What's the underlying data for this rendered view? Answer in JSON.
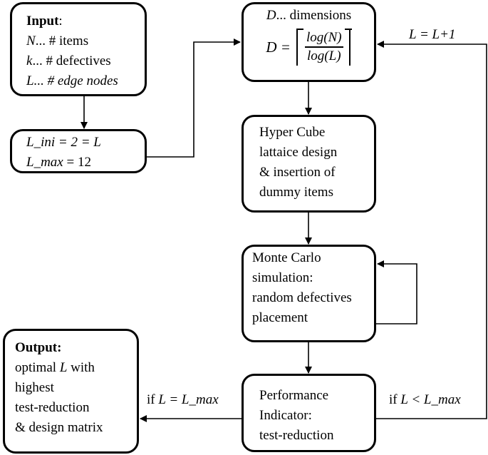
{
  "input_box": {
    "title": "Input",
    "colon": ":",
    "lines": [
      {
        "var": "N",
        "text": "... # items"
      },
      {
        "var": "k",
        "text": "... # defectives"
      },
      {
        "var": "L",
        "text": "... # edge nodes"
      }
    ]
  },
  "init_box": {
    "line1": "L_ini = 2 = L",
    "line2_var": "L_max",
    "line2_rest": " = 12"
  },
  "dim_box": {
    "header_var": "D",
    "header_text": "... dimensions",
    "lhs": "D =",
    "numerator": "log(N)",
    "denominator": "log(L)"
  },
  "hyper_box": {
    "lines": [
      "Hyper Cube",
      "lattaice design",
      "& insertion of",
      "dummy items"
    ]
  },
  "mc_box": {
    "lines": [
      "Monte Carlo",
      "simulation:",
      "random defectives",
      "placement"
    ]
  },
  "pi_box": {
    "lines": [
      "Performance",
      "Indicator:",
      "test-reduction"
    ]
  },
  "output_box": {
    "title": "Output:",
    "line1_pre": "optimal ",
    "line1_var": "L",
    "line1_post": " with",
    "lines": [
      "highest",
      "test-reduction",
      "& design matrix"
    ]
  },
  "labels": {
    "increment": "L = L+1",
    "if_max_pre": "if ",
    "if_max_cond": "L = L_max",
    "if_less_pre": "if ",
    "if_less_cond": "L < L_max"
  }
}
